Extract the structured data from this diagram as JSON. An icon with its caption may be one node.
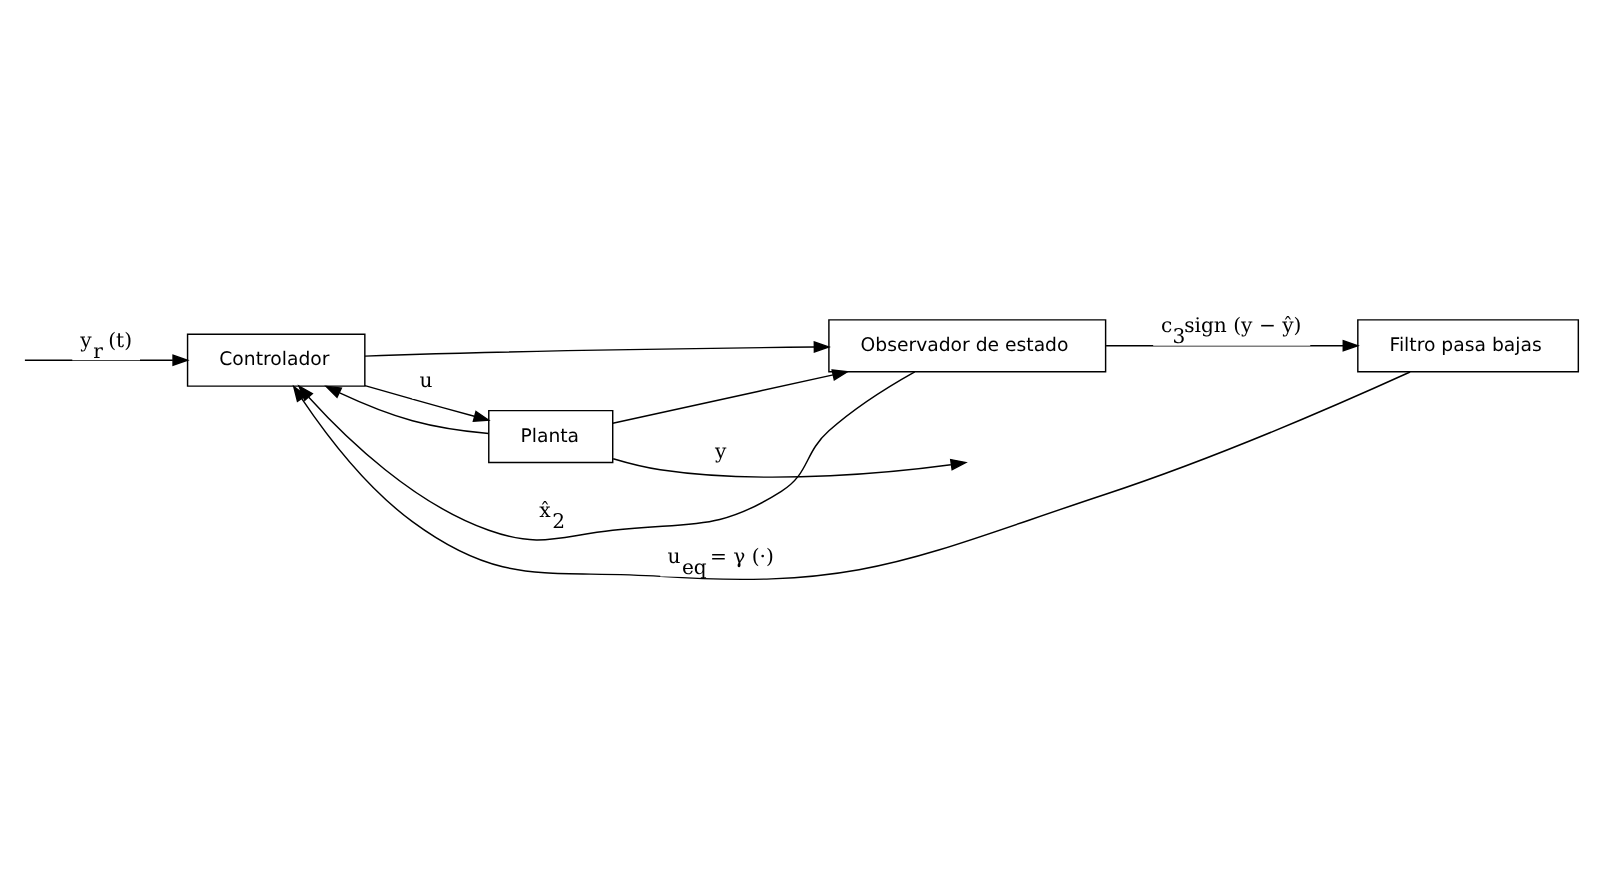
{
  "diagram": {
    "nodes": [
      {
        "text": [
          "Controlador"
        ]
      },
      {
        "text": [
          "Planta"
        ]
      },
      {
        "text": [
          "Observador de estado"
        ]
      },
      {
        "text": [
          "Filtro pasa bajas"
        ]
      }
    ],
    "edges": [
      {
        "from": null,
        "to": 0,
        "arrow": "to",
        "label": "y$_{r}$ (t)"
      },
      {
        "from": 0,
        "to": 1,
        "arrow": "to",
        "label": "u"
      },
      {
        "from": 1,
        "to": null,
        "arrow": "to",
        "label": "y"
      },
      {
        "from": 1,
        "to": 0,
        "arrow": "to"
      },
      {
        "from": 1,
        "to": 2,
        "arrow": "to"
      },
      {
        "from": 0,
        "to": 2,
        "arrow": "to"
      },
      {
        "from": 2,
        "to": 0,
        "arrow": "to",
        "label": "x̂$_{2}$"
      },
      {
        "from": 2,
        "to": 3,
        "arrow": "to",
        "label": "c$_{3}$sign (y − ŷ)"
      },
      {
        "from": 3,
        "to": 0,
        "arrow": "to",
        "label": "u$_{eq}$ = γ (·)"
      }
    ]
  }
}
